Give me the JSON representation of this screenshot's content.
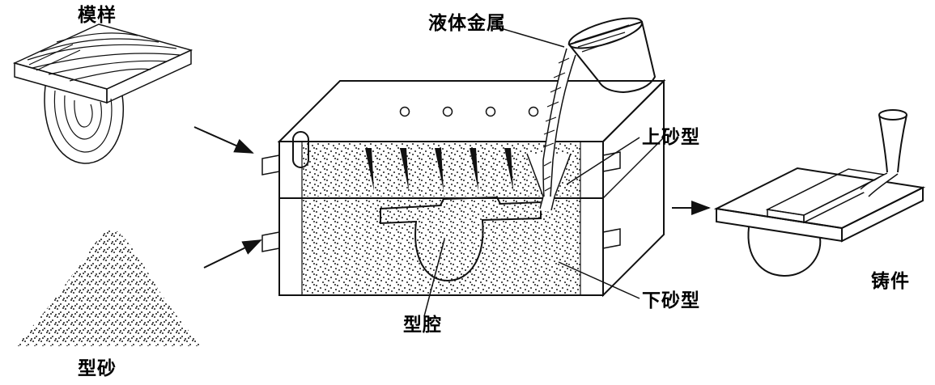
{
  "figure": {
    "labels": {
      "pattern": "模样",
      "molding_sand": "型砂",
      "liquid_metal": "液体金属",
      "cope": "上砂型",
      "drag": "下砂型",
      "cavity": "型腔",
      "casting": "铸件"
    },
    "colors": {
      "ink": "#111111",
      "paper": "#ffffff"
    }
  }
}
